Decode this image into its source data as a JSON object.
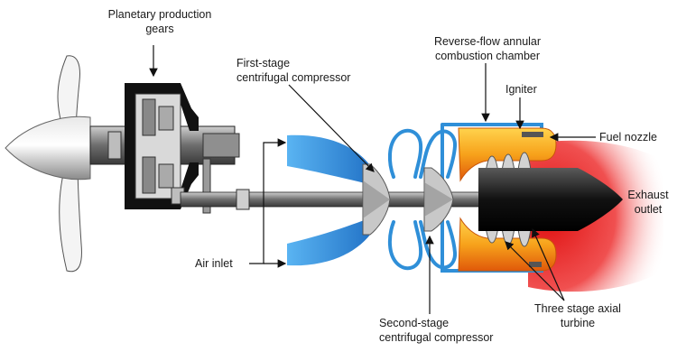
{
  "labels": {
    "planetary_gears": [
      "Planetary production",
      "gears"
    ],
    "first_stage": [
      "First-stage",
      "centrifugal compressor"
    ],
    "combustion_chamber": [
      "Reverse-flow annular",
      "combustion chamber"
    ],
    "igniter": "Igniter",
    "fuel_nozzle": "Fuel nozzle",
    "exhaust_outlet": [
      "Exhaust",
      "outlet"
    ],
    "air_inlet": "Air inlet",
    "second_stage": [
      "Second-stage",
      "centrifugal compressor"
    ],
    "axial_turbine": [
      "Three stage axial",
      "turbine"
    ]
  },
  "colors": {
    "airflow": "#2f8fd8",
    "combustion": "#f5a623",
    "exhaust": "#e02020",
    "metal": "#9a9a9a",
    "outline": "#111111"
  }
}
